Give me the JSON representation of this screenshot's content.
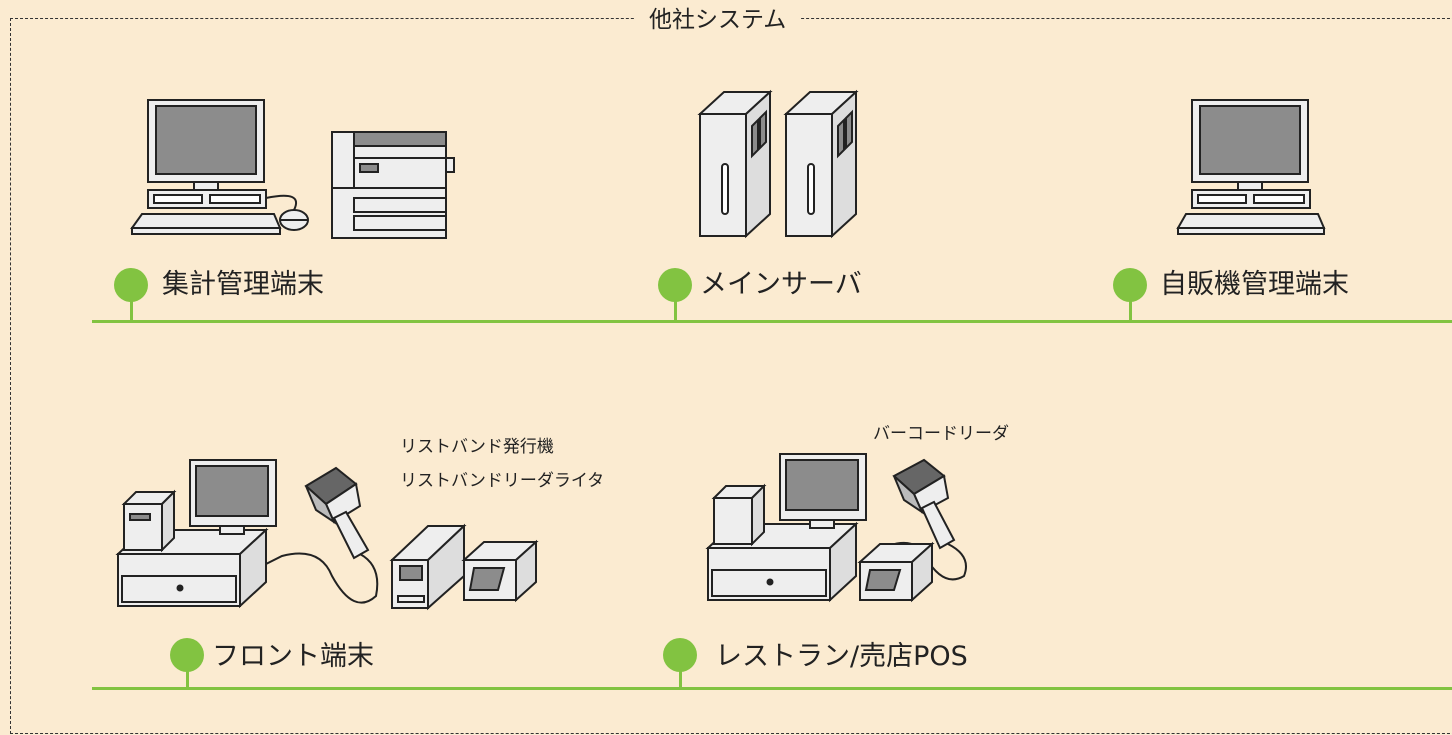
{
  "frame": {
    "title": "他社システム"
  },
  "nodes": [
    {
      "label": "集計管理端末"
    },
    {
      "label": "メインサーバ"
    },
    {
      "label": "自販機管理端末"
    },
    {
      "label": "フロント端末"
    },
    {
      "label": "レストラン/売店POS"
    }
  ],
  "annotations": {
    "wristband_issuer": "リストバンド発行機",
    "wristband_rw": "リストバンドリーダライタ",
    "barcode_reader": "バーコードリーダ"
  },
  "colors": {
    "background": "#fbebd1",
    "bus": "#82c341",
    "screen": "#8c8c8c",
    "device": "#eeeeee"
  }
}
